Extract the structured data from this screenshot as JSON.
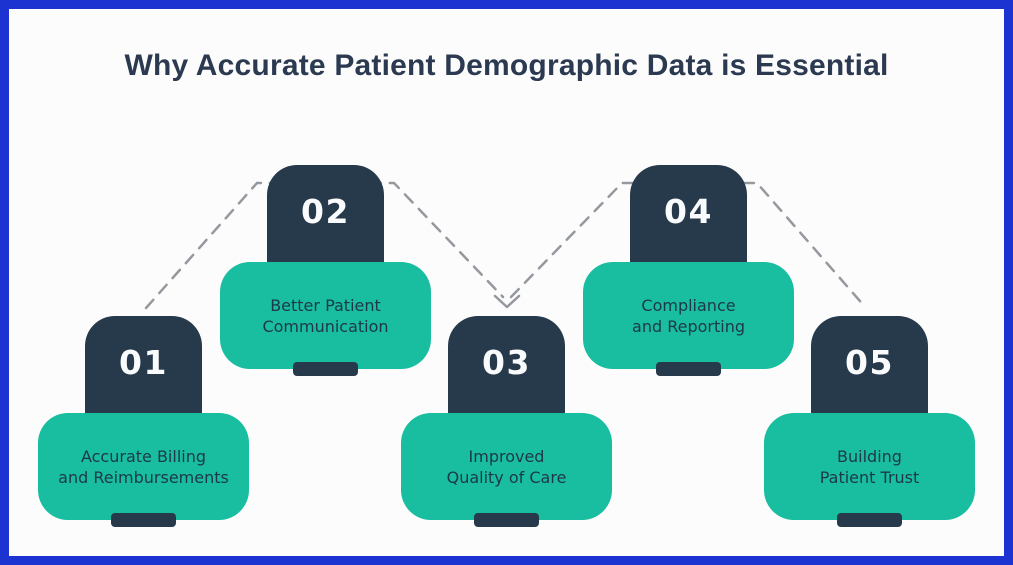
{
  "page": {
    "title": "Why Accurate Patient Demographic Data is Essential"
  },
  "colors": {
    "frame_border": "#1c33d2",
    "background": "#fcfcfd",
    "navy": "#273a4c",
    "teal": "#19bda0",
    "title_text": "#2b3a50",
    "label_text": "#1d3849",
    "number_text": "#fafbfc",
    "connector_dash": "#95999e"
  },
  "steps": [
    {
      "number": "01",
      "label_line1": "Accurate Billing",
      "label_line2": "and Reimbursements",
      "row": "bottom"
    },
    {
      "number": "02",
      "label_line1": "Better Patient",
      "label_line2": "Communication",
      "row": "top"
    },
    {
      "number": "03",
      "label_line1": "Improved",
      "label_line2": "Quality of Care",
      "row": "bottom"
    },
    {
      "number": "04",
      "label_line1": "Compliance",
      "label_line2": "and Reporting",
      "row": "top"
    },
    {
      "number": "05",
      "label_line1": "Building",
      "label_line2": "Patient Trust",
      "row": "bottom"
    }
  ],
  "connectors": {
    "style": "dashed zigzag linking steps 1-2-3 and 3-4-5",
    "arrowhead": "chevron pointing down at step 03"
  }
}
